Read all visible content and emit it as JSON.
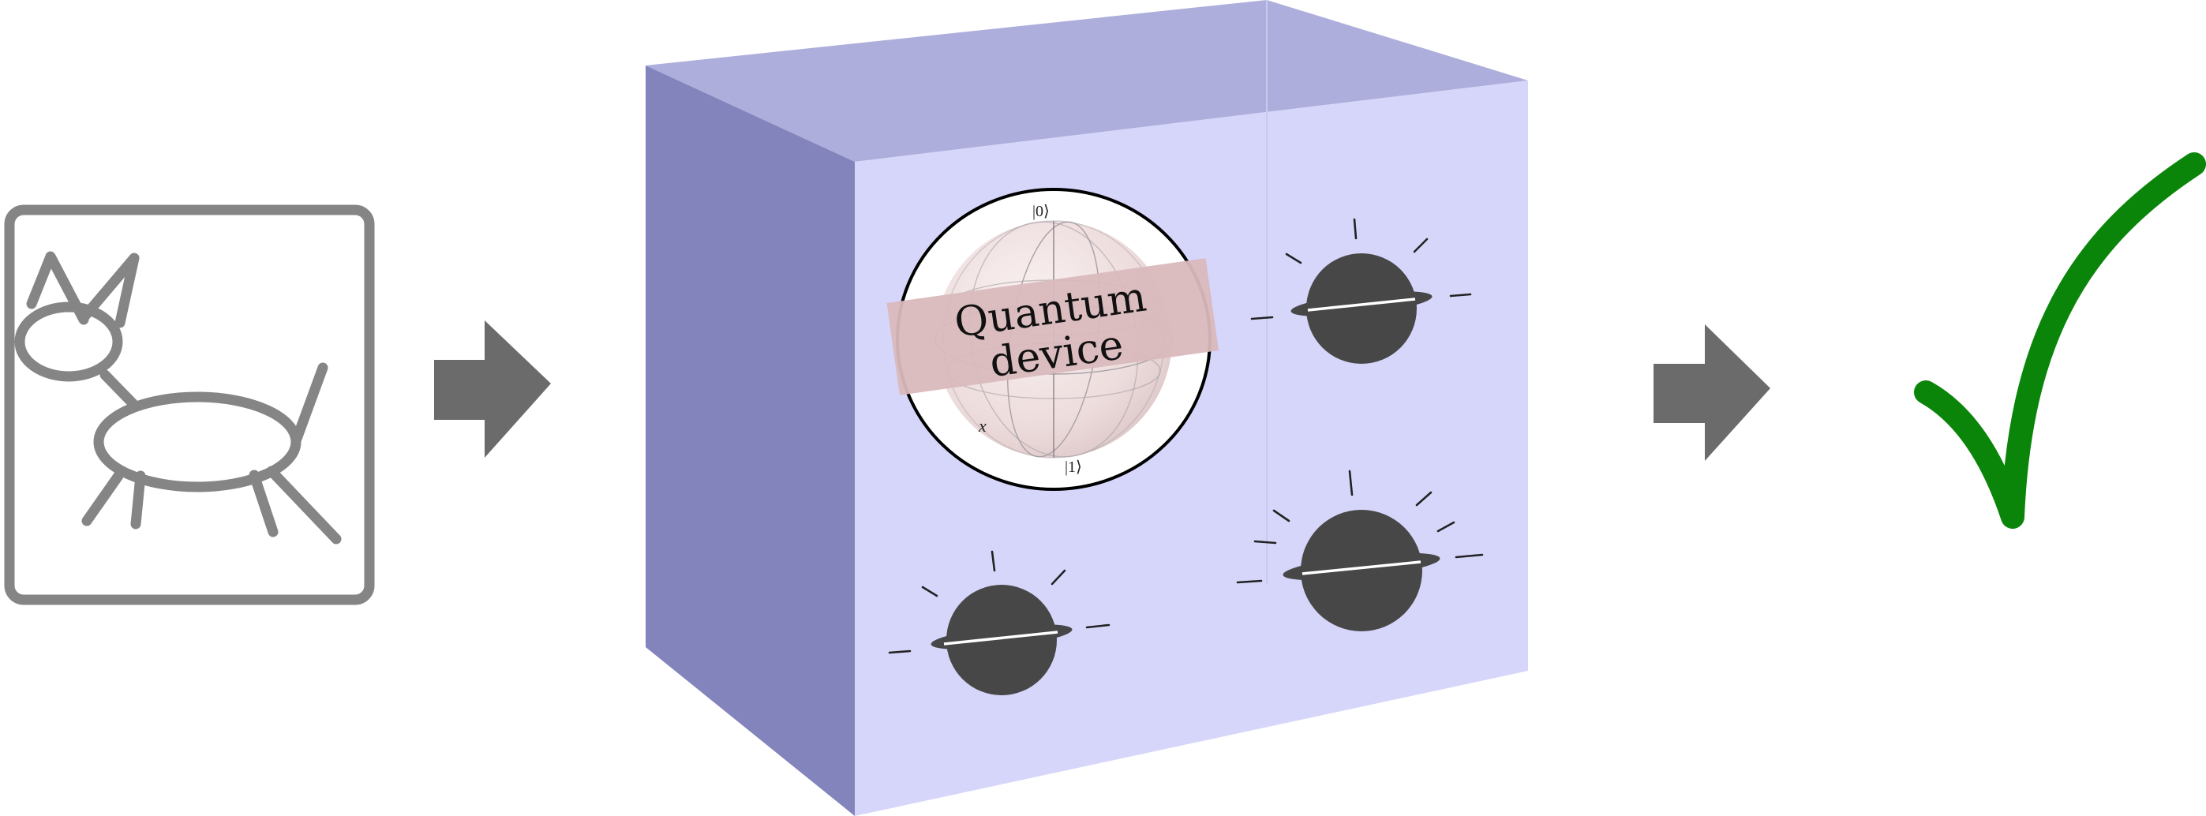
{
  "device": {
    "label_line1": "Quantum",
    "label_line2": "device"
  },
  "bloch": {
    "ket0": "|0⟩",
    "ket1": "|1⟩",
    "axis_x": "x"
  },
  "colors": {
    "box_front": "#d6d6fb",
    "box_side": "#8484bd",
    "box_top": "#aeaedc",
    "knob": "#474747",
    "arrow": "#6b6b6b",
    "cat": "#858585",
    "check": "#0a850a",
    "label_band": "#d9b9bd"
  },
  "icons": {
    "input": "cat-drawing-icon",
    "output": "checkmark-icon"
  }
}
